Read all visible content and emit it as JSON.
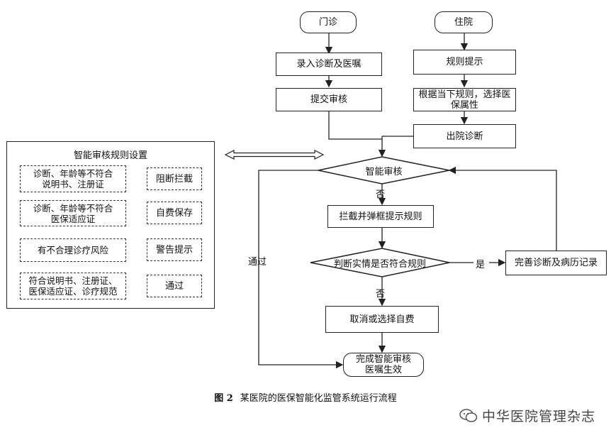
{
  "nodes": {
    "outpatient": "门诊",
    "inpatient": "住院",
    "enter_diagnosis": "录入诊断及医嘱",
    "submit_review": "提交审核",
    "rule_prompt": "规则提示",
    "select_attr": "根据当下规则，选择医\n保属性",
    "discharge_diag": "出院诊断",
    "smart_review": "智能审核",
    "intercept": "拦截并弹框提示规则",
    "judge": "判断实情是否符合规则",
    "improve_records": "完善诊断及病历记录",
    "cancel_selfpay": "取消或选择自费",
    "complete": "完成智能审核\n医嘱生效"
  },
  "edge_labels": {
    "no_1": "否",
    "no_2": "否",
    "yes": "是",
    "pass": "通过"
  },
  "rules_panel": {
    "title": "智能审核规则设置",
    "rules": [
      {
        "condition": "诊断、年龄等不符合\n说明书、注册证",
        "action": "阻断拦截"
      },
      {
        "condition": "诊断、年龄等不符合\n医保适应证",
        "action": "自费保存"
      },
      {
        "condition": "有不合理诊疗风险",
        "action": "警告提示"
      },
      {
        "condition": "符合说明书、注册证、\n医保适应证、诊疗规范",
        "action": "通过"
      }
    ]
  },
  "caption": {
    "figure": "图 2",
    "text": "某医院的医保智能化监管系统运行流程"
  },
  "watermark": "中华医院管理杂志"
}
